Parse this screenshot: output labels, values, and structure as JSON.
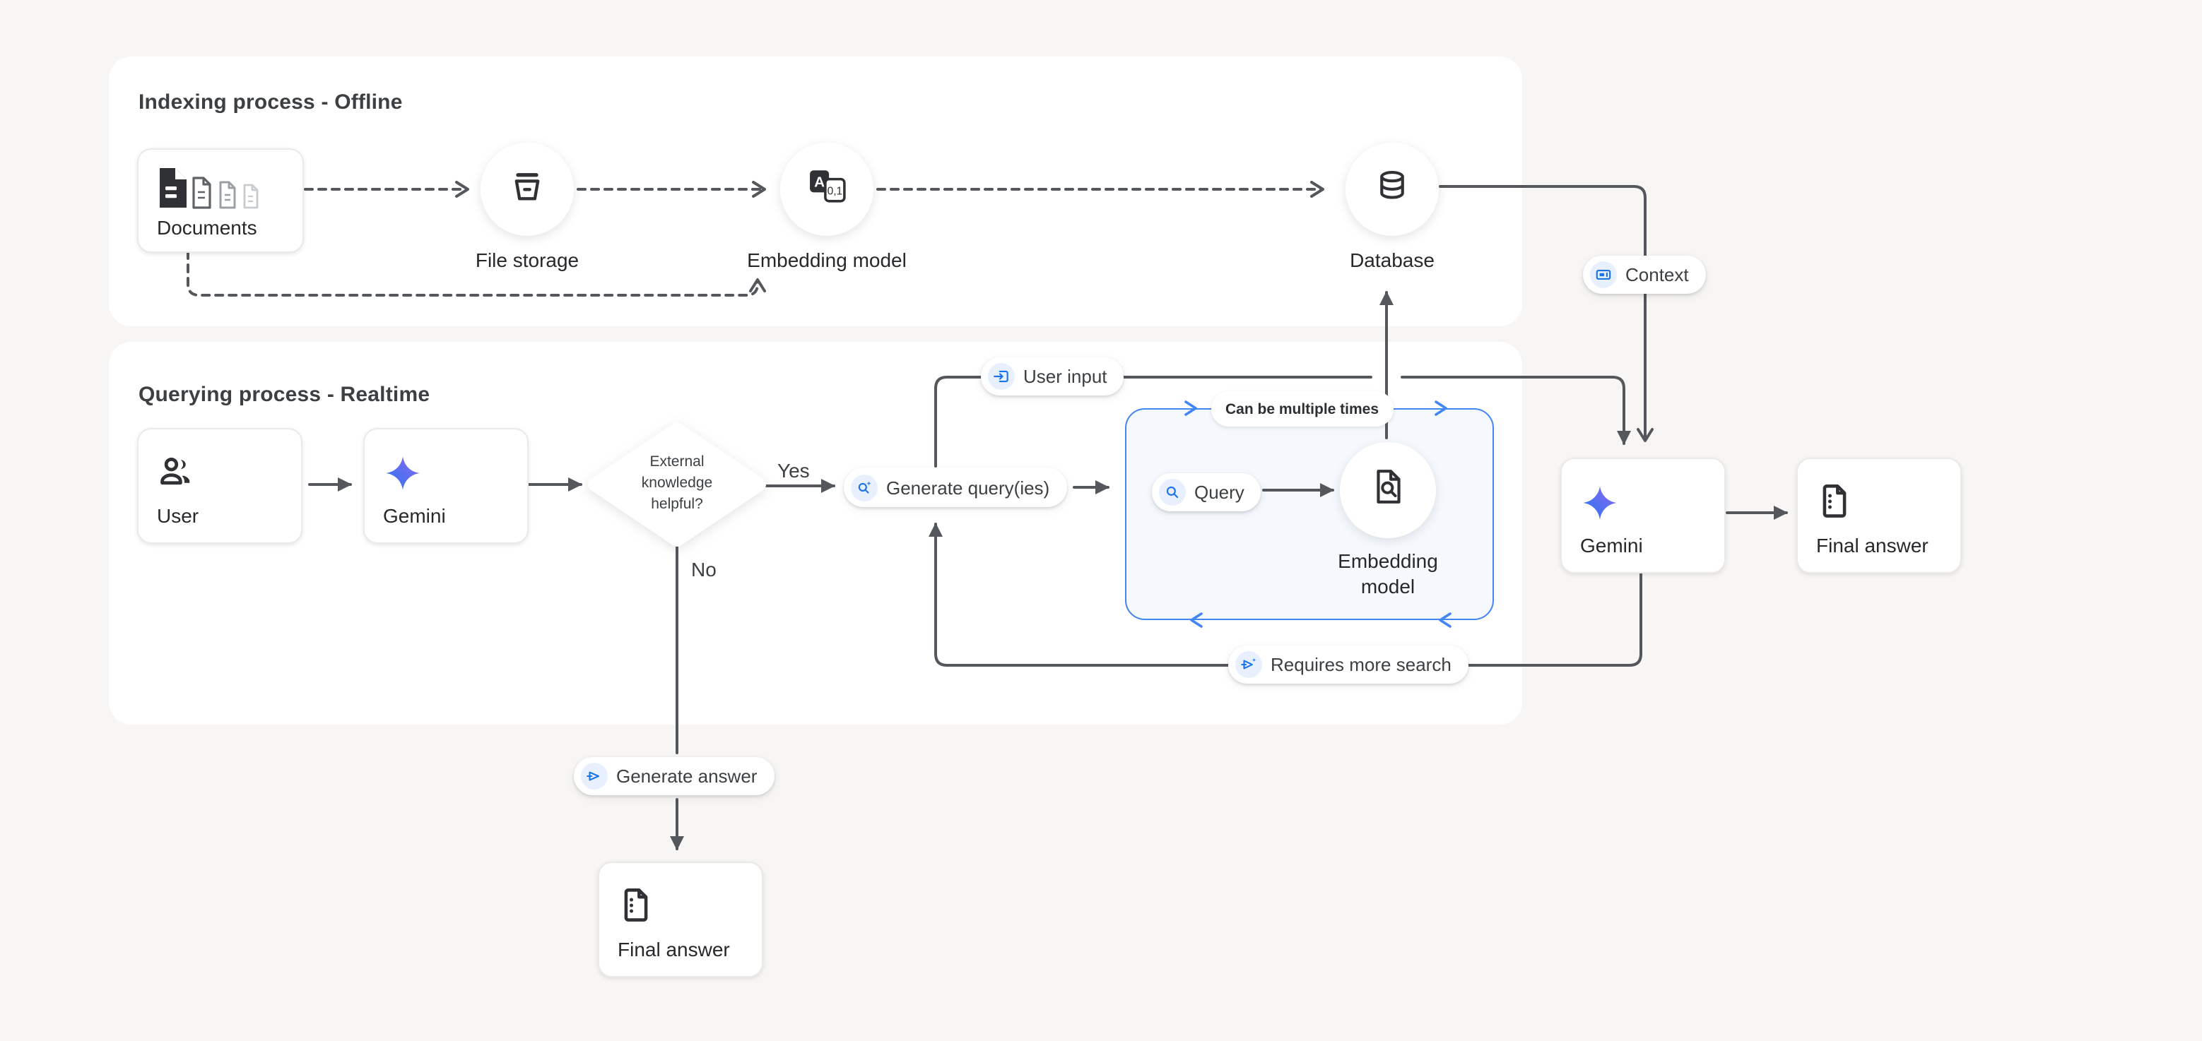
{
  "colors": {
    "background": "#f7f6f4",
    "panel": "#ffffff",
    "connector": "#54575b",
    "accent_blue": "#4285f4",
    "icon_blue": "#1a73e8",
    "chip_blue": "#e8f0fe",
    "text_dark": "#26282b",
    "text_gray": "#3c4043",
    "gemini_gradient_start": "#2476f1",
    "gemini_gradient_end": "#9168f0"
  },
  "panels": {
    "indexing": {
      "title": "Indexing process - Offline"
    },
    "querying": {
      "title": "Querying process - Realtime"
    }
  },
  "nodes": {
    "documents": {
      "label": "Documents"
    },
    "file_storage": {
      "label": "File storage"
    },
    "embedding_model_top": {
      "label": "Embedding model"
    },
    "database": {
      "label": "Database"
    },
    "user": {
      "label": "User"
    },
    "gemini_left": {
      "label": "Gemini"
    },
    "decision": {
      "line1": "External",
      "line2": "knowledge",
      "line3": "helpful?"
    },
    "query_loop": {
      "note": "Can be multiple times",
      "query_label": "Query",
      "embedding_line1": "Embedding",
      "embedding_line2": "model"
    },
    "gemini_right": {
      "label": "Gemini"
    },
    "final_answer_right": {
      "label": "Final answer"
    },
    "final_answer_bottom": {
      "label": "Final answer"
    }
  },
  "pills": {
    "context": "Context",
    "user_input": "User input",
    "generate_queries": "Generate query(ies)",
    "requires_more_search": "Requires more search",
    "generate_answer": "Generate answer"
  },
  "edge_labels": {
    "yes": "Yes",
    "no": "No"
  },
  "icons": {
    "documents-icon": "stack of document sheets",
    "file-storage-bucket-icon": "storage bucket",
    "embedding-translate-icon": "A to 0,1 conversion",
    "database-icon": "database cylinder",
    "users-icon": "two people",
    "gemini-star-icon": "four point gradient star",
    "context-card-icon": "card with text lines",
    "input-icon": "arrow into box",
    "search-spark-icon": "magnifier with sparkle",
    "search-icon": "magnifier",
    "file-search-icon": "document with magnifier",
    "send-icon": "triangle prompt",
    "send-spark-icon": "triangle prompt with sparkle",
    "final-answer-doc-icon": "document with dots"
  }
}
